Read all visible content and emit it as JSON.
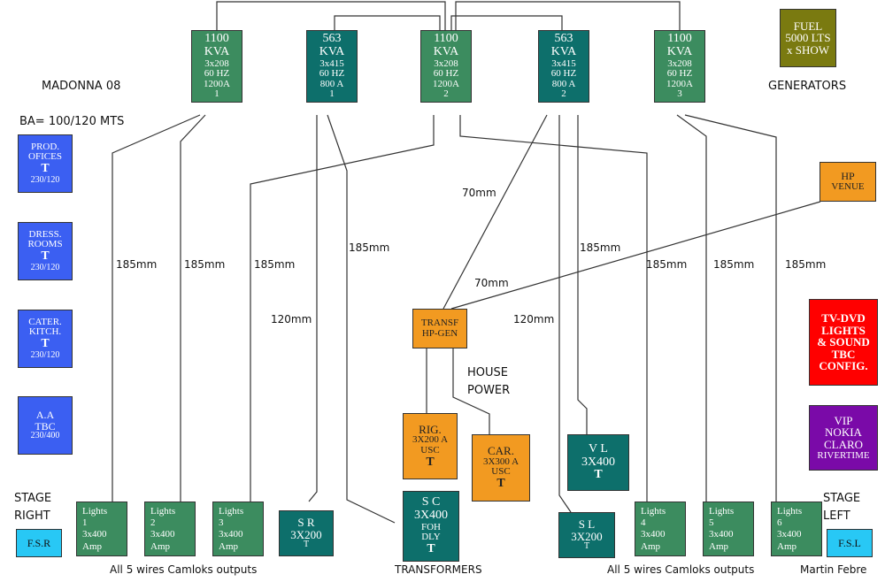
{
  "title": "MADONNA 08",
  "subtitle": "BA= 100/120 MTS",
  "generators_label": "GENERATORS",
  "generators": [
    {
      "l1": "1100",
      "l2": "KVA",
      "l3": "3x208",
      "l4": "60 HZ",
      "l5": "1200A",
      "l6": "1"
    },
    {
      "l1": "563",
      "l2": "KVA",
      "l3": "3x415",
      "l4": "60 HZ",
      "l5": "800 A",
      "l6": "1"
    },
    {
      "l1": "1100",
      "l2": "KVA",
      "l3": "3x208",
      "l4": "60 HZ",
      "l5": "1200A",
      "l6": "2"
    },
    {
      "l1": "563",
      "l2": "KVA",
      "l3": "3x415",
      "l4": "60 HZ",
      "l5": "800 A",
      "l6": "2"
    },
    {
      "l1": "1100",
      "l2": "KVA",
      "l3": "3x208",
      "l4": "60 HZ",
      "l5": "1200A",
      "l6": "3"
    }
  ],
  "fuel": {
    "l1": "FUEL",
    "l2": "5000 LTS",
    "l3": "x SHOW"
  },
  "left_boxes": [
    {
      "l1": "PROD.",
      "l2": "OFICES",
      "t": "T",
      "l3": "230/120"
    },
    {
      "l1": "DRESS.",
      "l2": "ROOMS",
      "t": "T",
      "l3": "230/120"
    },
    {
      "l1": "CATER.",
      "l2": "KITCH.",
      "t": "T",
      "l3": "230/120"
    },
    {
      "l1": "A.A",
      "l2": "TBC",
      "t": "",
      "l3": "230/400"
    }
  ],
  "hp": {
    "l1": "HP",
    "l2": "VENUE"
  },
  "tv": {
    "l1": "TV-DVD",
    "l2": "LIGHTS",
    "l3": "& SOUND",
    "l4": "TBC",
    "l5": "CONFIG."
  },
  "vip": {
    "l1": "VIP",
    "l2": "NOKIA",
    "l3": "CLARO",
    "l4": "RIVERTIME"
  },
  "transf": {
    "l1": "TRANSF",
    "l2": "HP-GEN"
  },
  "house_power": {
    "l1": "HOUSE",
    "l2": "POWER"
  },
  "rig": {
    "l1": "RIG.",
    "l2": "3X200 A",
    "l3": "USC",
    "t": "T"
  },
  "car": {
    "l1": "CAR.",
    "l2": "3X300 A",
    "l3": "USC",
    "t": "T"
  },
  "vl": {
    "l1": "V L",
    "l2": "3X400",
    "t": "T"
  },
  "sc": {
    "l1": "S C",
    "l2": "3X400",
    "l3": "FOH",
    "l4": "DLY",
    "t": "T"
  },
  "sr": {
    "l1": "S R",
    "l2": "3X200",
    "t": "T"
  },
  "sl": {
    "l1": "S L",
    "l2": "3X200",
    "t": "T"
  },
  "lights": [
    {
      "l1": "Lights",
      "l2": "1",
      "l3": "3x400",
      "l4": "Amp"
    },
    {
      "l1": "Lights",
      "l2": "2",
      "l3": "3x400",
      "l4": "Amp"
    },
    {
      "l1": "Lights",
      "l2": "3",
      "l3": "3x400",
      "l4": "Amp"
    },
    {
      "l1": "Lights",
      "l2": "4",
      "l3": "3x400",
      "l4": "Amp"
    },
    {
      "l1": "Lights",
      "l2": "5",
      "l3": "3x400",
      "l4": "Amp"
    },
    {
      "l1": "Lights",
      "l2": "6",
      "l3": "3x400",
      "l4": "Amp"
    }
  ],
  "cables": {
    "c185": "185mm",
    "c120": "120mm",
    "c70": "70mm"
  },
  "stage_right": {
    "l1": "STAGE",
    "l2": "RIGHT",
    "box": "F.S.R"
  },
  "stage_left": {
    "l1": "STAGE",
    "l2": "LEFT",
    "box": "F.S.L"
  },
  "footer": {
    "camloks": "All 5 wires Camloks outputs",
    "transformers": "TRANSFORMERS",
    "author": "Martin Febre"
  },
  "colors": {
    "green": "#3c8c5f",
    "teal": "#0d6f6b",
    "blue": "#3b5ff2",
    "orange": "#f29a21",
    "red": "#ff0000",
    "purple": "#7a0aa8",
    "olive": "#7a7a10",
    "cyan": "#28c8f5"
  }
}
